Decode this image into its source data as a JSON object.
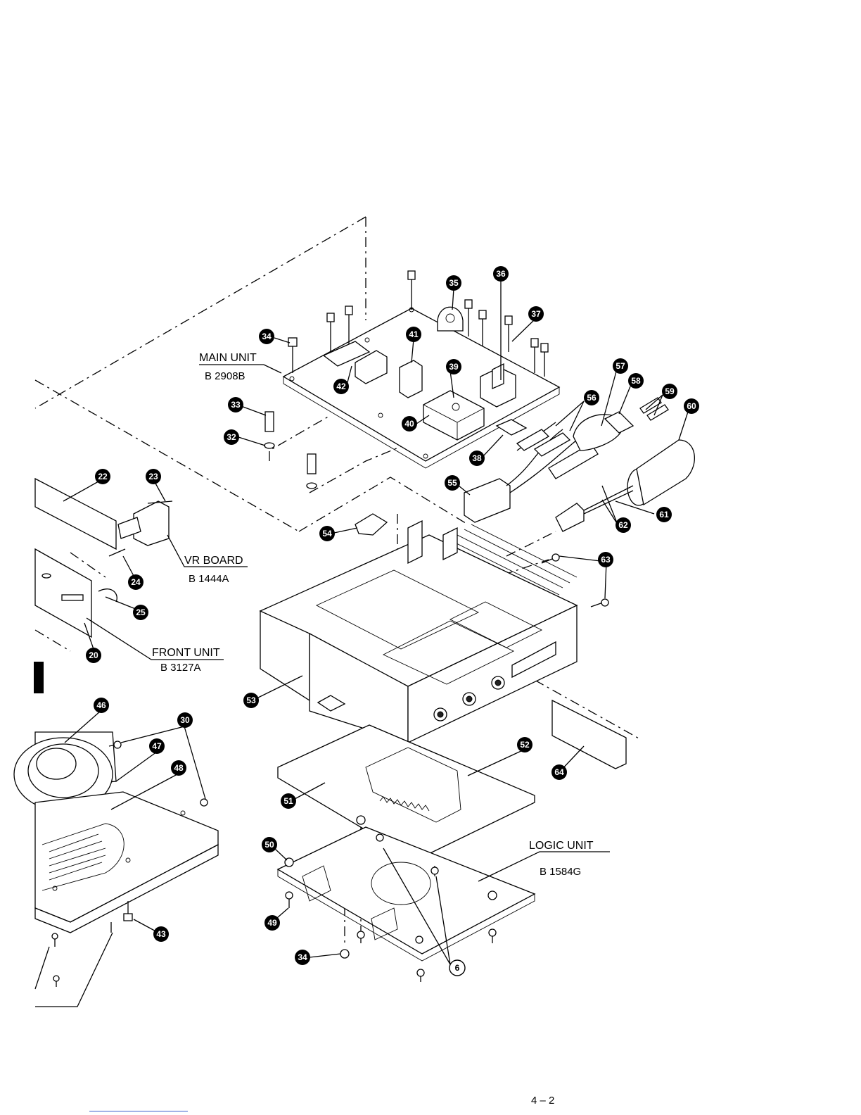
{
  "units": {
    "main": {
      "name": "MAIN UNIT",
      "code": "B 2908B"
    },
    "vr": {
      "name": "VR BOARD",
      "code": "B 1444A"
    },
    "front": {
      "name": "FRONT UNIT",
      "code": "B 3127A"
    },
    "logic": {
      "name": "LOGIC UNIT",
      "code": "B 1584G"
    }
  },
  "refs": [
    "34",
    "35",
    "36",
    "37",
    "41",
    "39",
    "40",
    "42",
    "33",
    "32",
    "38",
    "56",
    "57",
    "58",
    "59",
    "60",
    "55",
    "62",
    "61",
    "54",
    "63",
    "22",
    "23",
    "24",
    "25",
    "20",
    "53",
    "46",
    "30",
    "47",
    "48",
    "52",
    "51",
    "64",
    "50",
    "49",
    "43",
    "34",
    "6"
  ],
  "page_number": "4 – 2"
}
